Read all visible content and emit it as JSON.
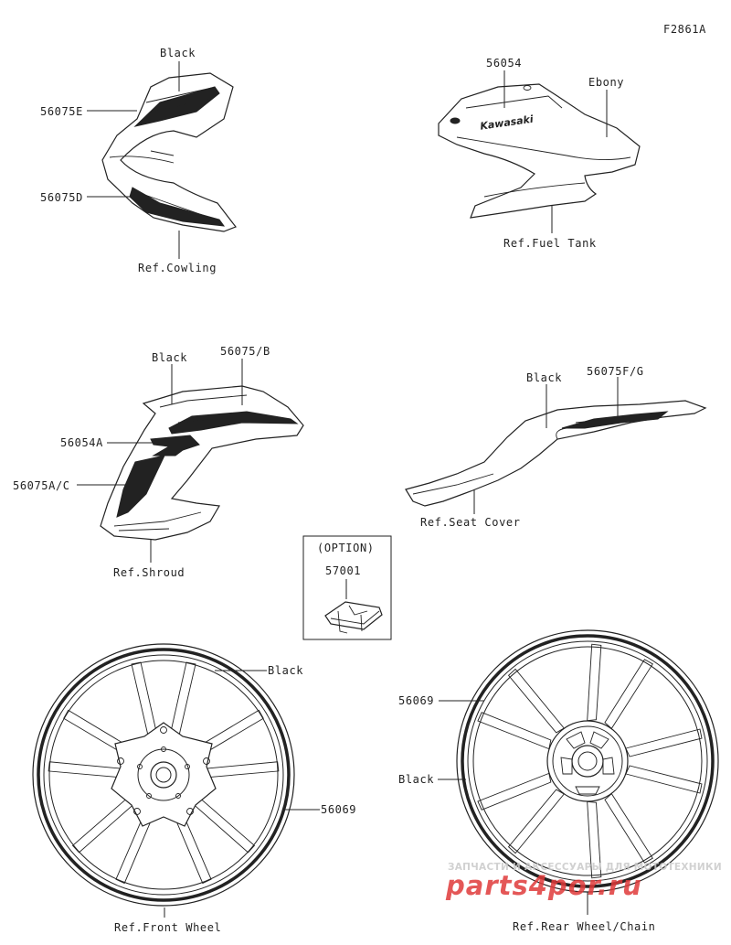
{
  "diagram_id": "F2861A",
  "cowling": {
    "label_black": "Black",
    "label_upper": "56075E",
    "label_lower": "56075D",
    "label_ref": "Ref.Cowling"
  },
  "fuel_tank": {
    "label_part": "56054",
    "label_color": "Ebony",
    "label_ref": "Ref.Fuel Tank",
    "logo_text": "Kawasaki"
  },
  "shroud": {
    "label_black": "Black",
    "label_upper": "56075/B",
    "label_emblem": "56054A",
    "label_side": "56075A/C",
    "label_ref": "Ref.Shroud"
  },
  "seat_cover": {
    "label_black": "Black",
    "label_part": "56075F/G",
    "label_ref": "Ref.Seat Cover"
  },
  "option": {
    "heading": "(OPTION)",
    "label_part": "57001"
  },
  "front_wheel": {
    "label_black": "Black",
    "label_part": "56069",
    "label_ref": "Ref.Front Wheel"
  },
  "rear_wheel": {
    "label_part": "56069",
    "label_black": "Black",
    "label_ref": "Ref.Rear Wheel/Chain"
  },
  "watermark": {
    "subtitle": "ЗАПЧАСТИ И АКСЕССУАРЫ ДЛЯ МОТОТЕХНИКИ",
    "brand": "parts4por.ru",
    "color": "#e03a3a"
  }
}
